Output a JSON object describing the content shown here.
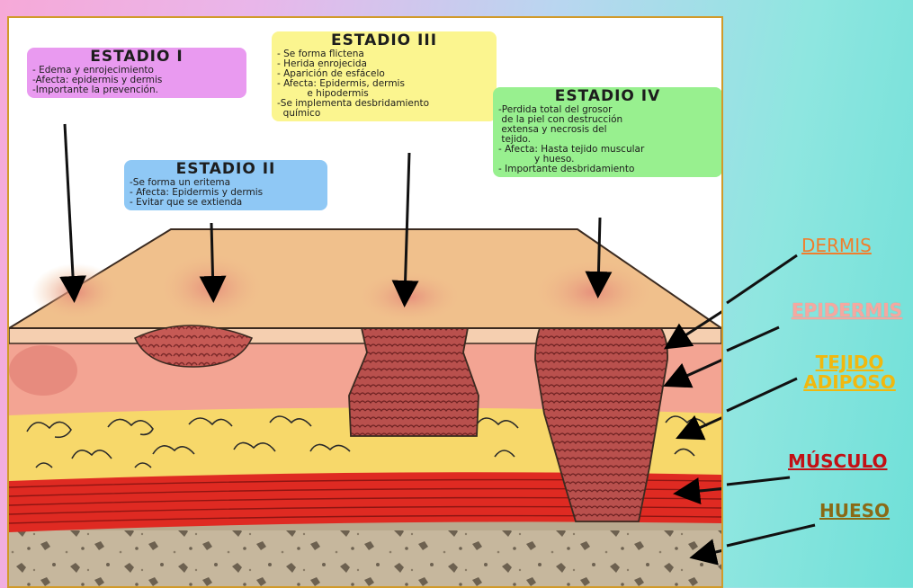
{
  "stages": [
    {
      "id": "stage-1",
      "title": "ESTADIO I",
      "lines": [
        "- Edema y enrojecimiento",
        "-Afecta: epidermis y dermis",
        "-Importante la prevención."
      ],
      "color": "#e99af0"
    },
    {
      "id": "stage-2",
      "title": "ESTADIO II",
      "lines": [
        "-Se forma un eritema",
        "- Afecta: Epidermis y dermis",
        "- Evitar que se extienda"
      ],
      "color": "#8fc8f5"
    },
    {
      "id": "stage-3",
      "title": "ESTADIO III",
      "lines": [
        "- Se forma flictena",
        "- Herida enrojecida",
        "- Aparición de esfácelo",
        "- Afecta: Epidermis, dermis",
        "          e hipodermis",
        "-Se implementa desbridamiento",
        "  químico"
      ],
      "color": "#fbf58f"
    },
    {
      "id": "stage-4",
      "title": "ESTADIO IV",
      "lines": [
        "-Perdida total del grosor",
        " de la piel con destrucción",
        " extensa y necrosis del",
        " tejido.",
        "- Afecta: Hasta tejido muscular",
        "            y hueso.",
        "- Importante desbridamiento"
      ],
      "color": "#98f08f"
    }
  ],
  "tissue_labels": {
    "dermis": "DERMIS",
    "epidermis": "EPIDERMIS",
    "adiposo_1": "TEJIDO",
    "adiposo_2": "ADIPOSO",
    "musculo": "MÚSCULO",
    "hueso": "HUESO"
  },
  "colors": {
    "skin_surface": "#f0c08c",
    "dermis": "#f3a493",
    "fat": "#f7d86a",
    "muscle": "#df2a22",
    "bone": "#c4b49a",
    "wound": "#c2504f",
    "frame": "#d19a2a"
  }
}
